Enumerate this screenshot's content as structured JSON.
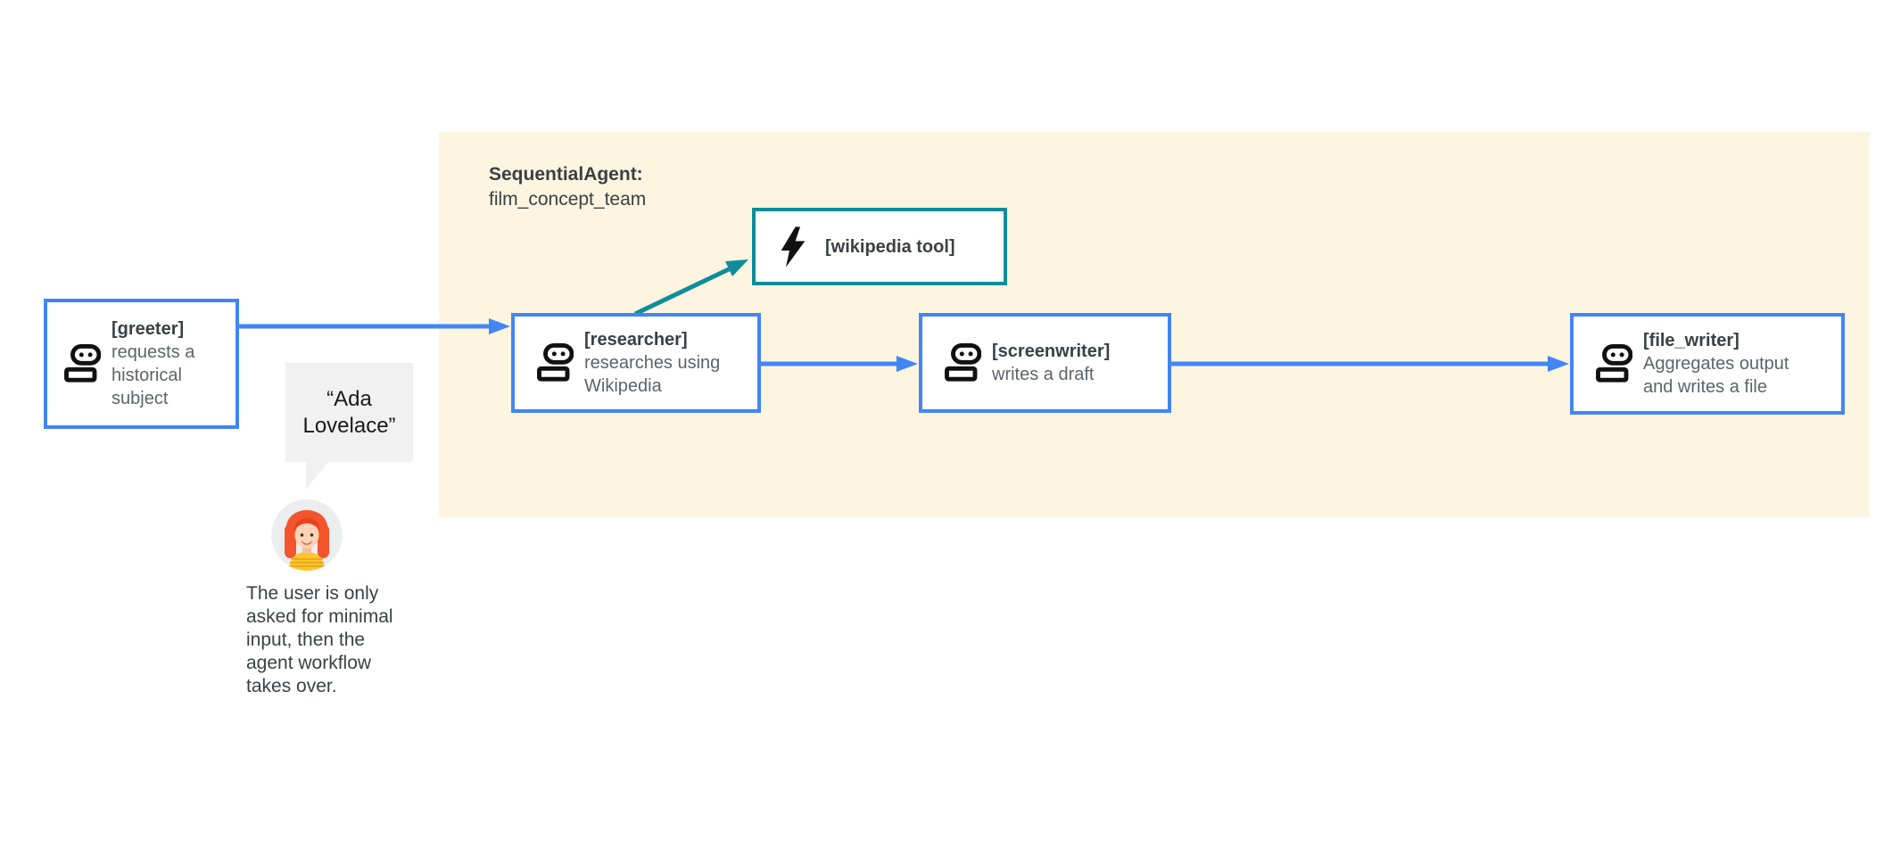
{
  "diagram": {
    "panel": {
      "title": "SequentialAgent:",
      "subtitle": "film_concept_team"
    },
    "nodes": {
      "greeter": {
        "name": "[greeter]",
        "description": "requests a\nhistorical\nsubject"
      },
      "researcher": {
        "name": "[researcher]",
        "description": "researches using\nWikipedia"
      },
      "screenwriter": {
        "name": "[screenwriter]",
        "description": "writes a draft"
      },
      "file_writer": {
        "name": "[file_writer]",
        "description": "Aggregates output\nand writes a file"
      },
      "wikipedia_tool": {
        "name": "[wikipedia tool]"
      }
    },
    "user_input": {
      "speech_bubble": "“Ada\nLovelace”",
      "caption": "The user is only\nasked for minimal\ninput, then the\nagent workflow\ntakes over."
    },
    "icons": {
      "agent_icon": "robot-icon",
      "tool_icon": "bolt-icon",
      "user_icon": "user-avatar"
    },
    "colors": {
      "agent_border": "#4285F4",
      "arrow_blue": "#4285F4",
      "tool_border": "#0E8D9B",
      "arrow_teal": "#0E8D9B",
      "panel_background": "#FDF5E0",
      "bubble_background": "#F1F1F2",
      "label_text": "#3C4043",
      "description_text": "#5F6368"
    }
  }
}
